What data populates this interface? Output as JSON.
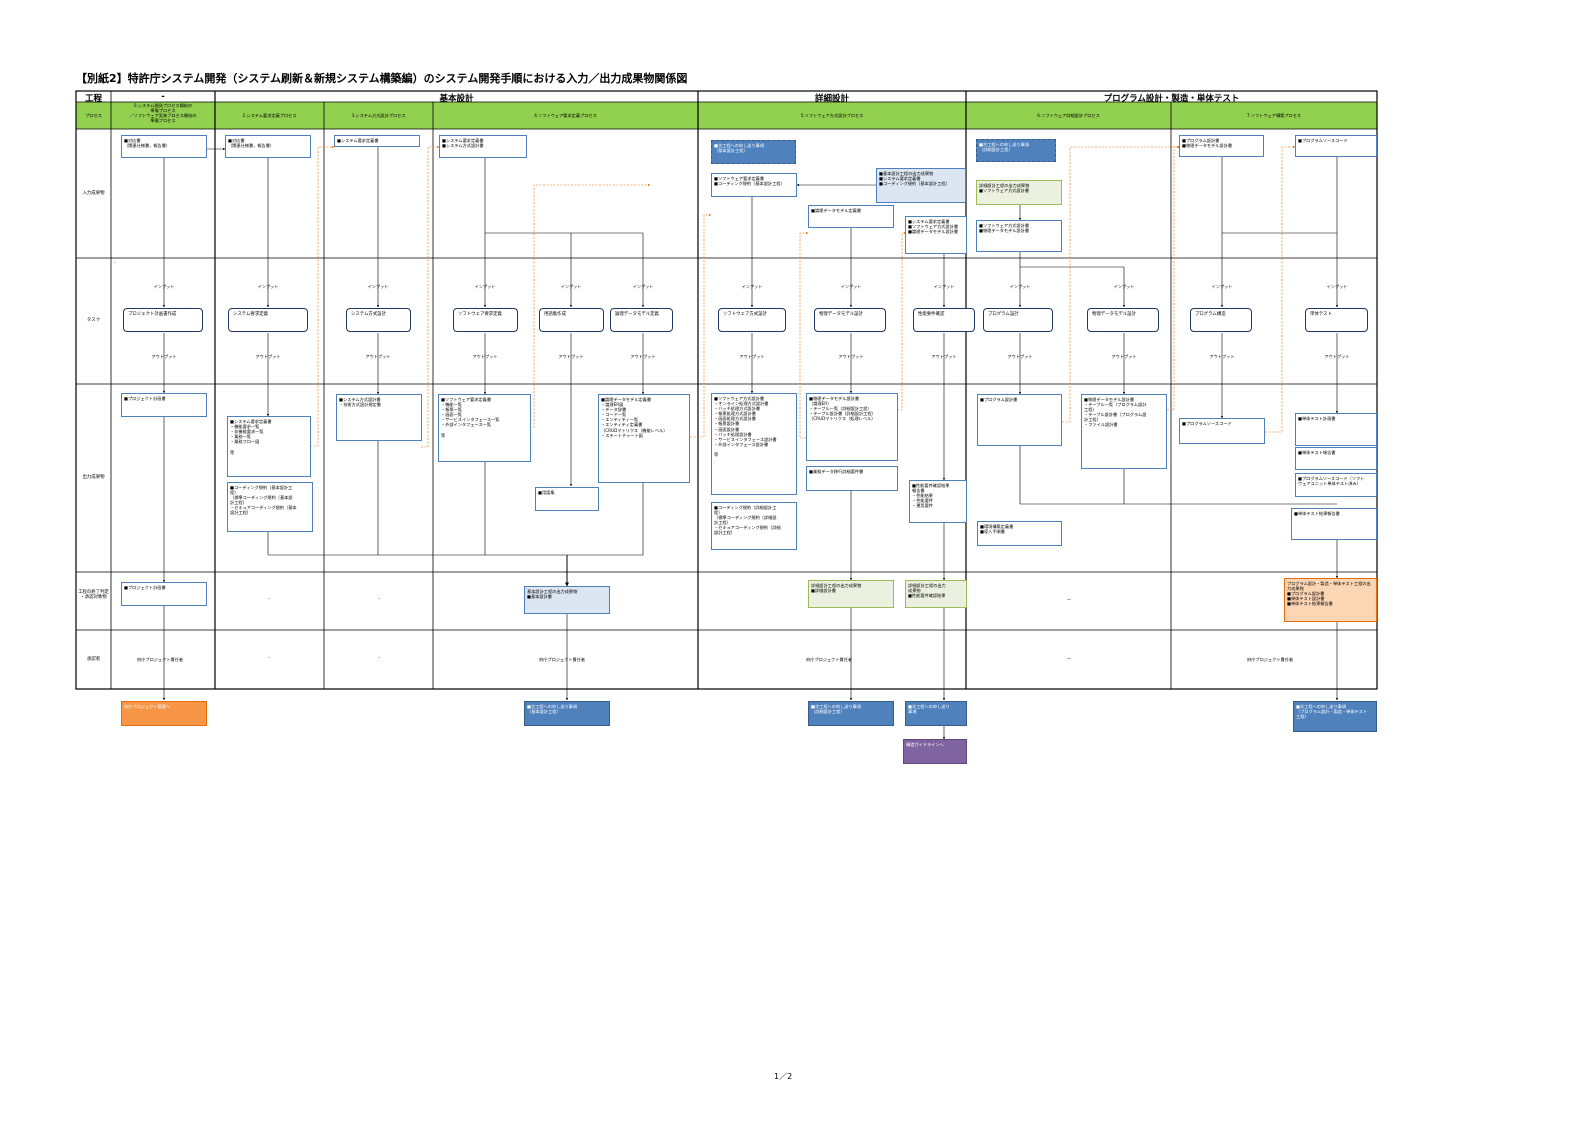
{
  "title": "【別紙2】特許庁システム開発（システム刷新＆新規システム構築編）のシステム開発手順における入力／出力成果物関係図",
  "page_number": "1／2",
  "colors": {
    "header_green": "#92d050",
    "line": "#000000",
    "arrow_orange": "#e46c0a",
    "box_border": "#4f81bd"
  },
  "header": {
    "koutei_label": "工程",
    "process_label": "プロセス",
    "stage_dash": "-",
    "stages": [
      "基本設計",
      "詳細設計",
      "プログラム設計・製造・単体テスト"
    ]
  },
  "processes": [
    "0.システム開発プロセス開始の\n準備プロセス\n／ソフトウェア実装プロセス開始の\n準備プロセス",
    "2.システム要求定義プロセス",
    "3.システム方式設計プロセス",
    "4.ソフトウェア要求定義プロセス",
    "5.ソフトウェア方式設計プロセス",
    "6.ソフトウェア詳細設計プロセス",
    "7.ソフトウェア構築プロセス"
  ],
  "rows": {
    "input": "入力成果物",
    "task": "タスク",
    "output": "出力成果物",
    "end": "工程の終了判定\n・承認対象物",
    "approver": "承認者"
  },
  "flow_labels": {
    "input": "インプット",
    "output": "アウトプット"
  },
  "input_boxes": {
    "b0": "■対応書\n（関連仕様書，報告書）",
    "b1": "■対応書\n（関連仕様書，報告書）",
    "b2": "■システム要求定義書",
    "b3": "■システム要求定義書\n■システム方式設計書",
    "b4": "■次工程への申し送り事項\n（基本設計工程）",
    "b5": "■ソフトウェア要求定義書\n■コーディング規約（基本設計工程）",
    "b6": "■基本設計工程の出力成果物\n■システム要求定義書\n■コーディング規約（基本設計工程）",
    "b7": "■論理データモデル定義書",
    "b8": "■システム要求定義書\n■ソフトウェア方式設計書\n■論理データモデル設計書",
    "b9": "■次工程への申し送り事項\n（詳細設計工程）",
    "b10": "詳細設計工程の出力成果物\n■ソフトウェア方式設計書",
    "b11": "■ソフトウェア方式設計書\n■物理データモデル設計書",
    "b12": "■プログラム設計書\n■物理データモデル設計書",
    "b13": "■プログラムソースコード"
  },
  "tasks": [
    "プロジェクト計画書作成",
    "システム要求定義",
    "システム方式設計",
    "ソフトウェア要求定義",
    "用語集作成",
    "論理データモデル定義",
    "ソフトウェア方式設計",
    "物理データモデル設計",
    "性能要件確認",
    "プログラム設計",
    "物理データモデル設計",
    "プログラム構造",
    "単体テスト"
  ],
  "output_boxes": {
    "o0": "■プロジェクト計画書",
    "o1": "■システム要求定義書\n・機能要求一覧\n・非機能要求一覧\n・業務一覧\n・業務フロー図\n\n等",
    "o2": "■コーディング規約（基本設計工\n程）\n（標準コーディング規約（基本設\n計工程）\n・セキュアコーディング規約（基本\n設計工程）",
    "o3": "■システム方式設計書\n・技術方式設計規定書",
    "o4": "■ソフトウェア要求定義書\n・機能一覧\n・帳票一覧\n・画面一覧\n・サービスインタフェース一覧\n・外部インタフェース一覧\n\n等",
    "o5": "■用語集",
    "o6": "■論理データモデル定義書\n・論理ER図\n・データ辞書\n・コード一覧\n・エンティティ一覧\n・エンティティ定義書\n（CRUDマトリクス（機能レベル）\n・ステートチャート図",
    "o7": "■ソフトウェア方式設計書\n・オンライン処理方式設計書\n・バッチ処理方式設計書\n・帳票処理方式設計書\n・画面処理方式設計書\n・帳票設計書\n・画面設計書\n・バッチ処理設計書\n・サービスインタフェース設計書\n・外部インタフェース設計書\n\n等",
    "o8": "■コーディング規約（詳細設計工\n程）\n（標準コーディング規約（詳細設\n計工程）\n・セキュアコーディング規約（詳細\n設計工程）",
    "o9": "■物理データモデル設計書\n（論理ER）\n・テーブル一覧（詳細設計工程）\n・テーブル設計書（詳細設計工程）\n（CRUDマトリクス（処理レベル）",
    "o10": "■業務データ移行詳細要件書",
    "o11": "■性能要件確認結果\n報告書\n・性能結果\n・性能要件\n・運用要件",
    "o12": "■プログラム設計書",
    "o13": "■物理データモデル設計書\n・テーブル一覧（プログラム設計\n工程）\n・テーブル設計書（プログラム設\n計工程）\n・ファイル設計書",
    "o14": "■環境構築定義書\n■導入手順書",
    "o15": "■プログラムソースコード",
    "o16": "■単体テスト計画書",
    "o17": "■単体テスト報告書",
    "o18": "■プログラムソースコード（ソフト\nウェアユニット単体テスト済み）",
    "o19": "■単体テスト結果報告書"
  },
  "end_boxes": {
    "e0": "■プロジェクト計画書",
    "e1": "基本設計工程の出力成果物\n■基本設計書",
    "e2": "詳細設計工程の出力成果物\n■詳細設計書",
    "e3": "詳細設計工程の出力\n成果物\n■性能要件確認結果",
    "e4": "プログラム設計・製造・単体テスト工程の出\n力成果物\n■プログラム設計書\n■単体テスト設計書\n■単体テスト結果報告書"
  },
  "approvers": [
    "府庁プロジェクト責任者",
    "府庁プロジェクト責任者",
    "府庁プロジェクト責任者",
    "府庁プロジェクト責任者"
  ],
  "bottom_boxes": {
    "f0": "府庁プロジェクト管理へ",
    "f1": "■次工程への申し送り事項\n（基本設計工程）",
    "f2": "■次工程への申し送り事項\n（詳細設計工程）",
    "f3": "■次工程への申し送り\n事項",
    "f4": "■次工程への申し送り事項\n（プログラム設計・製造・単体テスト\n工程）",
    "f5": "構造ガイドラインへ"
  },
  "dash": "-",
  "long_dash": "－"
}
